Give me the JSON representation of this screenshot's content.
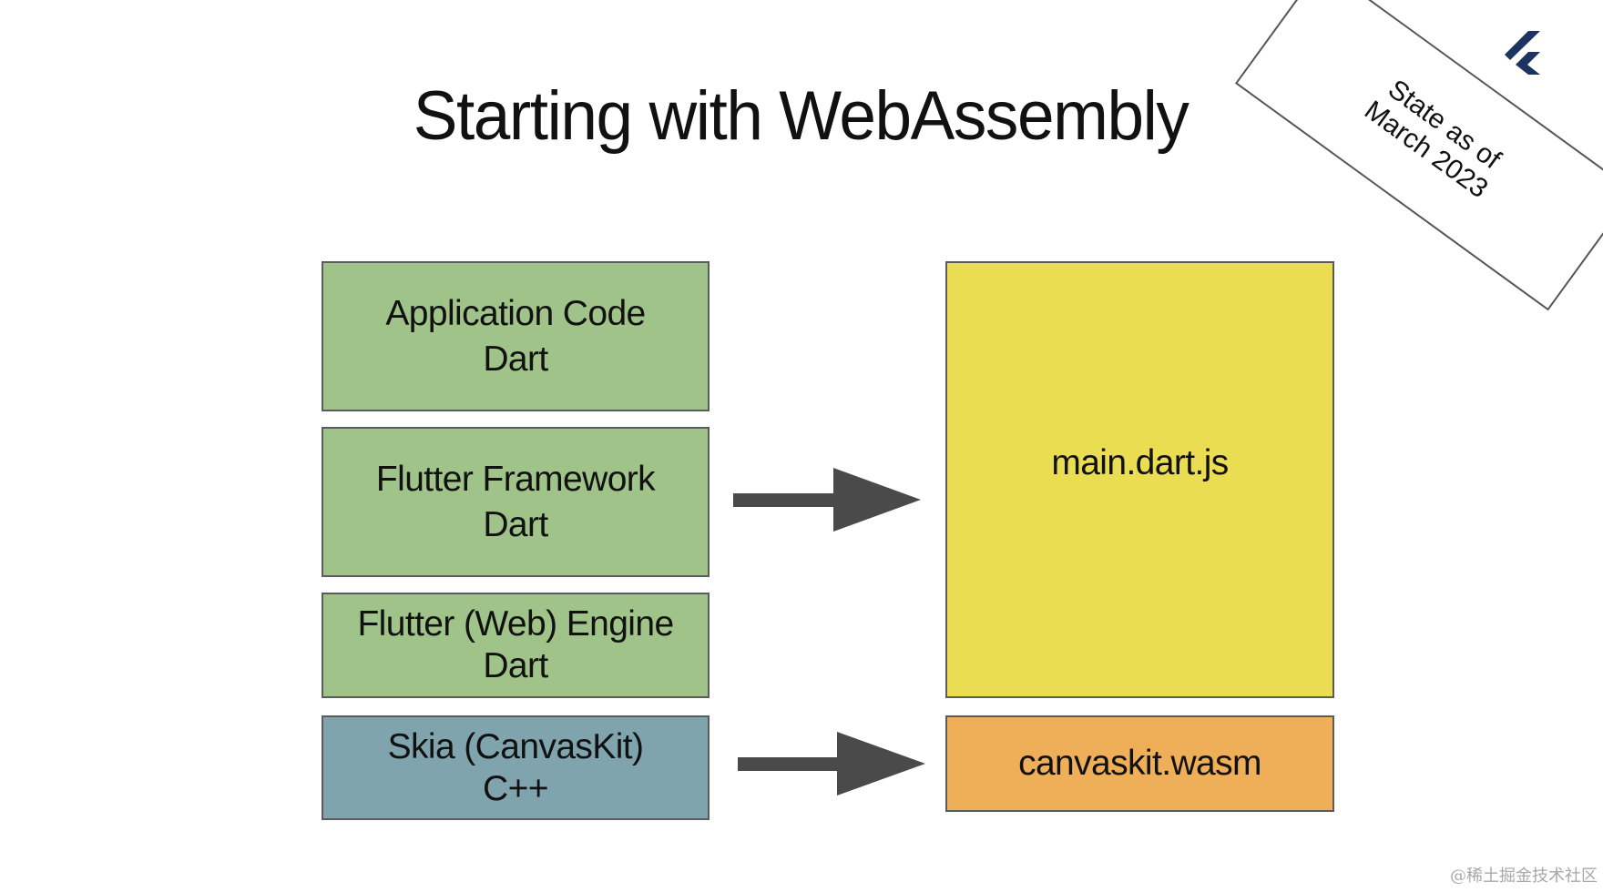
{
  "slide": {
    "title": "Starting with WebAssembly",
    "badge": {
      "lines": [
        "State as of",
        "March 2023"
      ]
    },
    "logo": "flutter-logo-icon",
    "watermark": "@稀土掘金技术社区"
  },
  "source_stack": [
    {
      "lines": [
        "Application Code",
        "Dart"
      ],
      "color": "#9fc388"
    },
    {
      "lines": [
        "Flutter Framework",
        "Dart"
      ],
      "color": "#9fc388"
    },
    {
      "lines": [
        "Flutter (Web) Engine",
        "Dart"
      ],
      "color": "#9fc388"
    },
    {
      "lines": [
        "Skia (CanvasKit)",
        "C++"
      ],
      "color": "#7fa4ae"
    }
  ],
  "outputs": [
    {
      "label": "main.dart.js",
      "color": "#ebdd52"
    },
    {
      "label": "canvaskit.wasm",
      "color": "#efaf58"
    }
  ],
  "arrows": [
    {
      "from": "Dart layers (Application Code, Flutter Framework, Flutter (Web) Engine)",
      "to": "main.dart.js",
      "icon": "arrow-right-icon"
    },
    {
      "from": "Skia (CanvasKit)",
      "to": "canvaskit.wasm",
      "icon": "arrow-right-icon"
    }
  ],
  "colors": {
    "arrow": "#4a4a4a",
    "border": "#5b5b5b",
    "logo": "#1d3461"
  }
}
